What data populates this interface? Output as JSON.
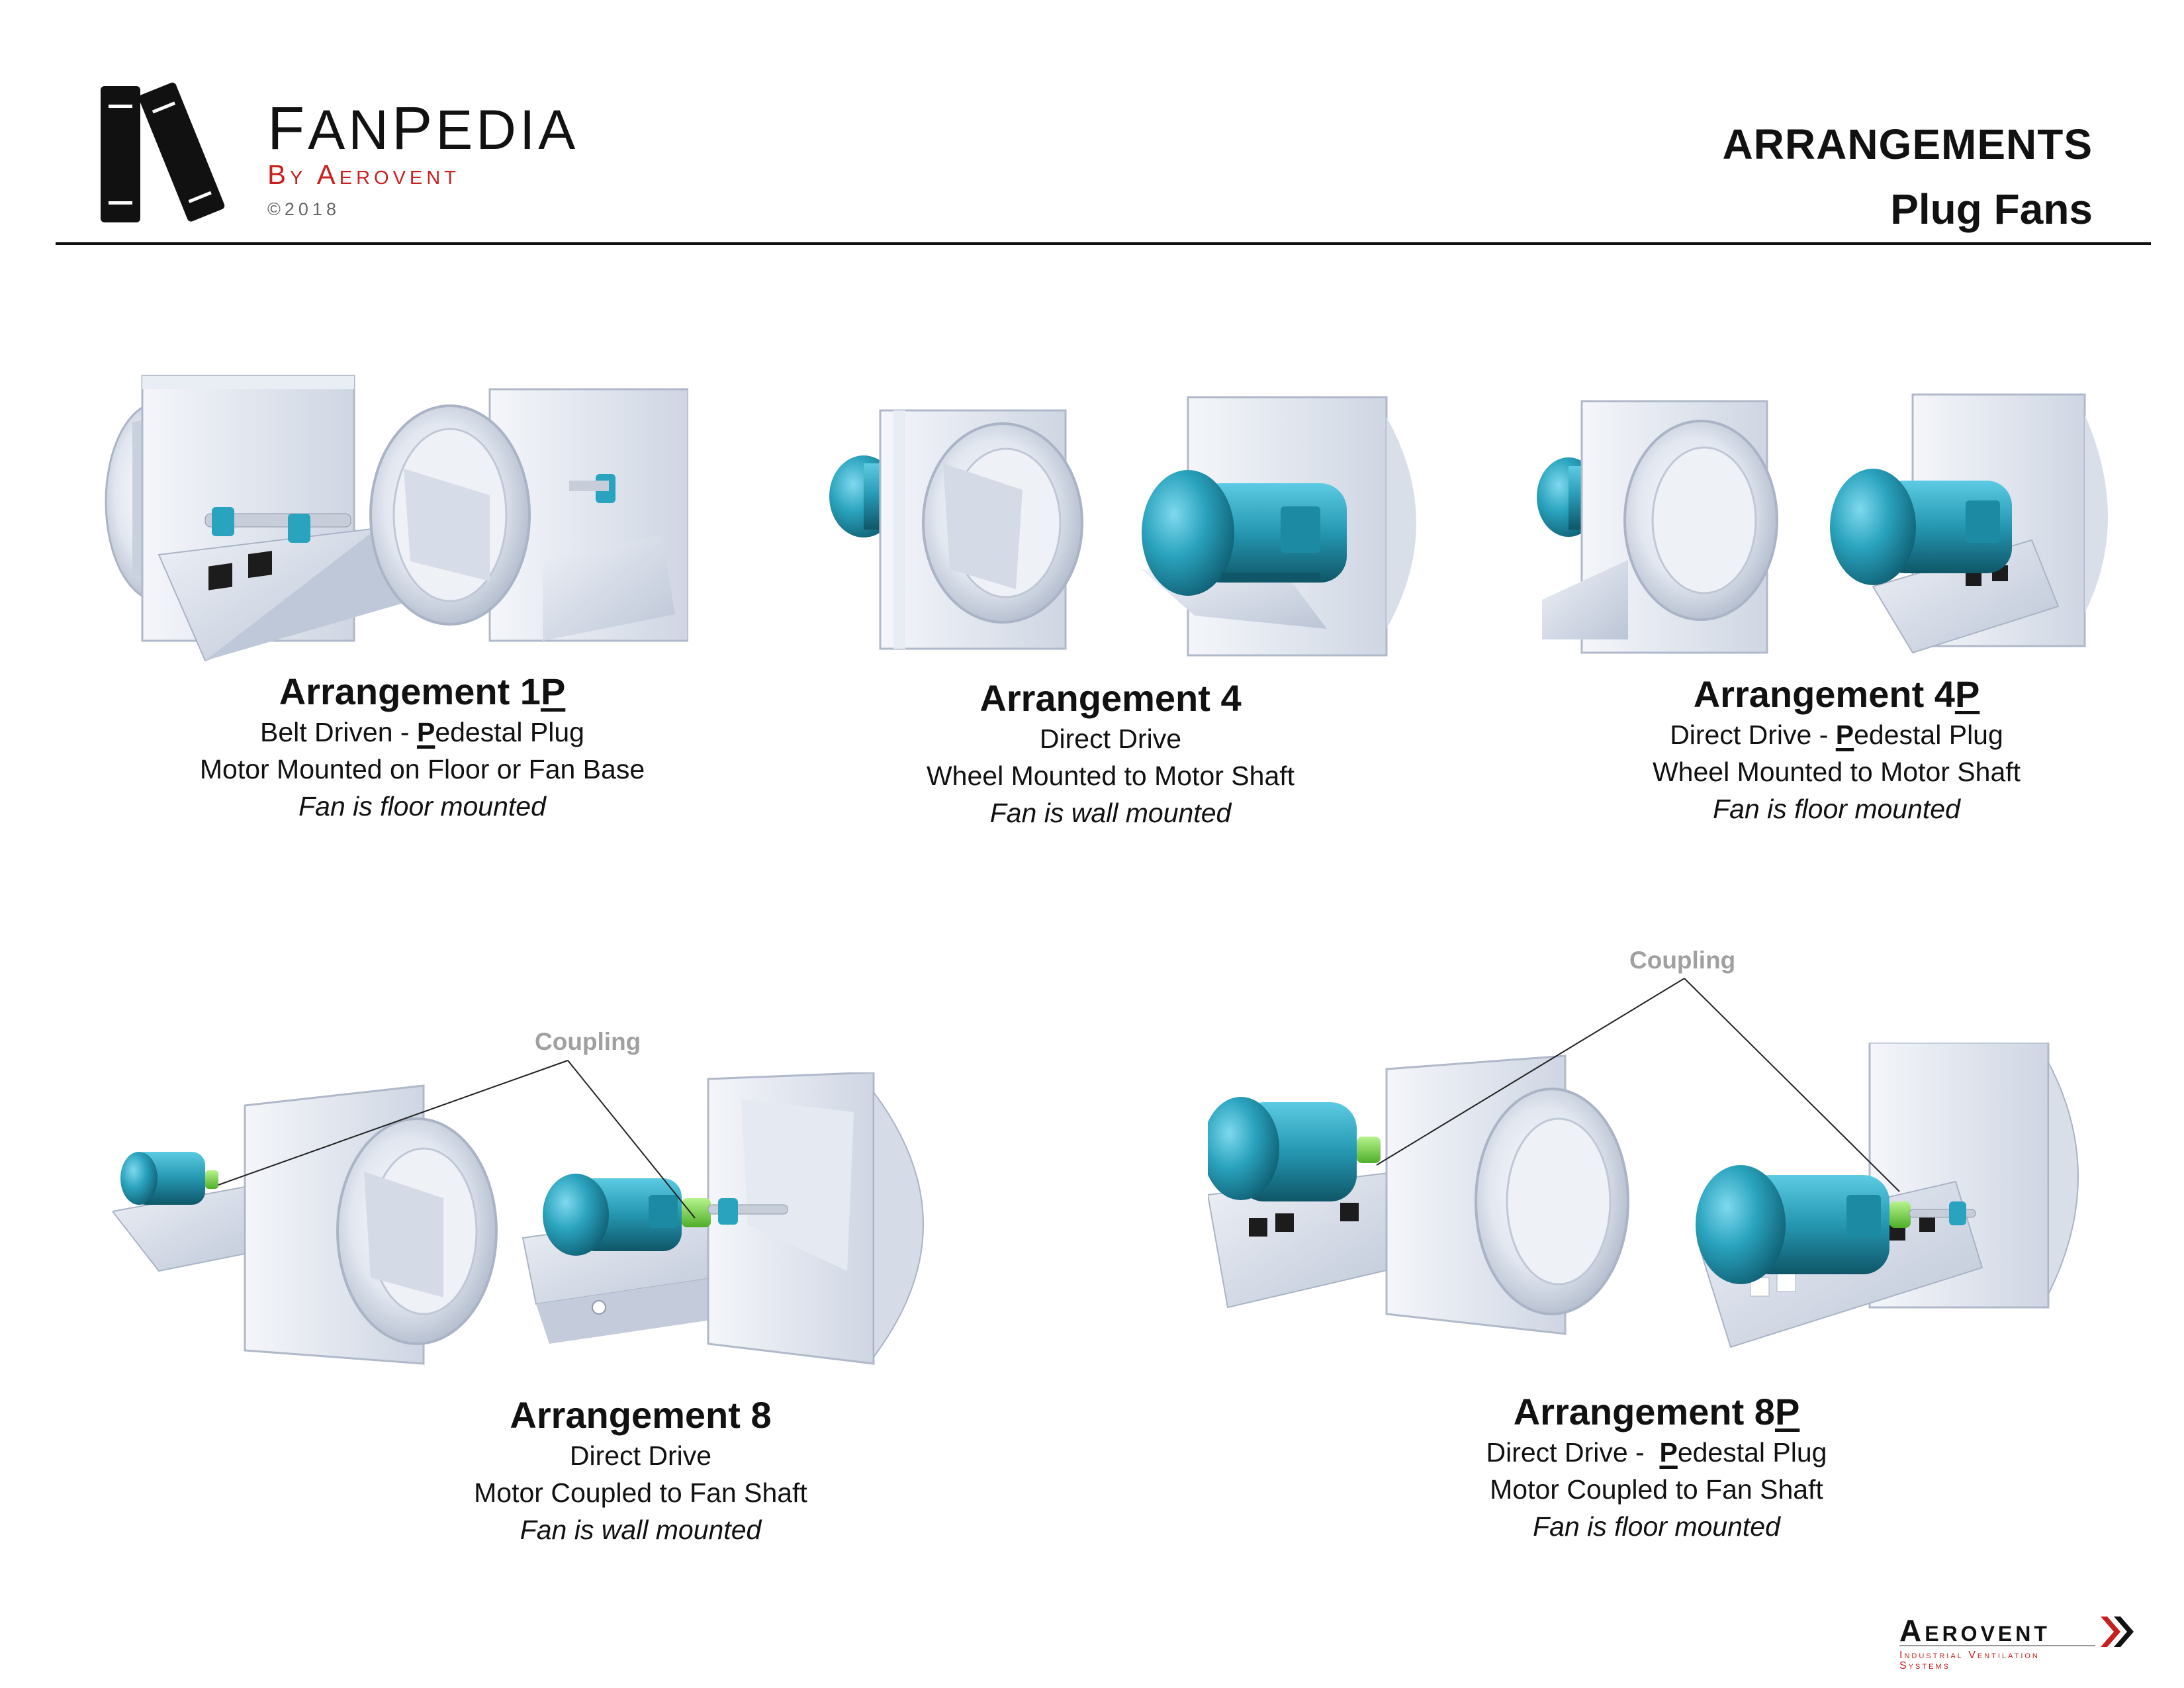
{
  "brand": {
    "title_cap1": "F",
    "title_rest1": "AN",
    "title_cap2": "P",
    "title_rest2": "EDIA",
    "subtitle": "By Aerovent",
    "copyright": "©2018"
  },
  "header": {
    "title": "ARRANGEMENTS",
    "subtitle": "Plug Fans"
  },
  "arrangements": [
    {
      "name_prefix": "Arrangement 1",
      "name_suffix": "P",
      "line1_pre": "Belt Driven - ",
      "line1_u": "P",
      "line1_post": "edestal Plug",
      "line2": "Motor Mounted on Floor or Fan Base",
      "line3": "Fan is floor mounted"
    },
    {
      "name_prefix": "Arrangement 4",
      "line1": "Direct Drive",
      "line2": "Wheel Mounted to Motor Shaft",
      "line3": "Fan is wall mounted"
    },
    {
      "name_prefix": "Arrangement 4",
      "name_suffix": "P",
      "line1_pre": "Direct Drive - ",
      "line1_u": "P",
      "line1_post": "edestal Plug",
      "line2": "Wheel Mounted to Motor Shaft",
      "line3": "Fan is floor mounted"
    },
    {
      "name_prefix": "Arrangement 8",
      "line1": "Direct Drive",
      "line2": "Motor Coupled to Fan Shaft",
      "line3": "Fan is wall mounted"
    },
    {
      "name_prefix": "Arrangement 8",
      "name_suffix": "P",
      "line1_pre": "Direct Drive -  ",
      "line1_u": "P",
      "line1_post": "edestal Plug",
      "line2": "Motor Coupled to Fan Shaft",
      "line3": "Fan is floor mounted"
    }
  ],
  "callouts": {
    "coupling_left": "Coupling",
    "coupling_right": "Coupling"
  },
  "footer": {
    "brand": "Aerovent",
    "tagline": "Industrial Ventilation Systems"
  },
  "colors": {
    "motor": "#2aa3be",
    "coupling": "#79d94b",
    "housing": "#dfe4ee",
    "accent_red": "#c8201e"
  }
}
